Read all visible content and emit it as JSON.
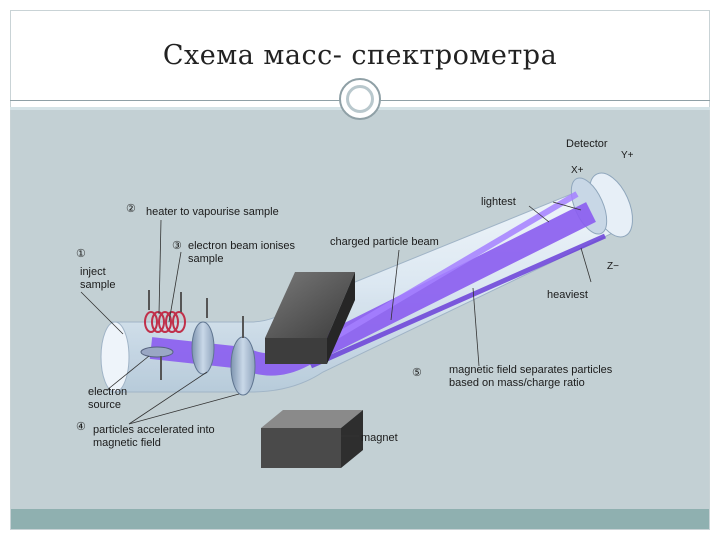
{
  "slide": {
    "title": "Схема масс- спектрометра"
  },
  "diagram": {
    "labels": {
      "detector": "Detector",
      "x_plus": "X+",
      "y_plus": "Y+",
      "z_minus": "Z−",
      "lightest": "lightest",
      "heaviest": "heaviest",
      "heater": "heater to vapourise sample",
      "electron_beam": "electron beam ionises",
      "electron_beam_2": "sample",
      "charged_beam": "charged particle beam",
      "inject": "inject",
      "inject_2": "sample",
      "electron_source": "electron",
      "electron_source_2": "source",
      "accelerated": "particles accelerated into",
      "accelerated_2": "magnetic field",
      "magnet": "magnet",
      "separates": "magnetic field separates particles",
      "separates_2": "based on mass/charge ratio"
    },
    "step_numbers": {
      "n1": "①",
      "n2": "②",
      "n3": "③",
      "n4": "④",
      "n5": "⑤"
    },
    "colors": {
      "background": "#c3d0d4",
      "tube": "#dde9f3",
      "beam": "#8a5cf0",
      "magnet": "#4f4f4f",
      "heater_coil": "#c0304a"
    }
  }
}
